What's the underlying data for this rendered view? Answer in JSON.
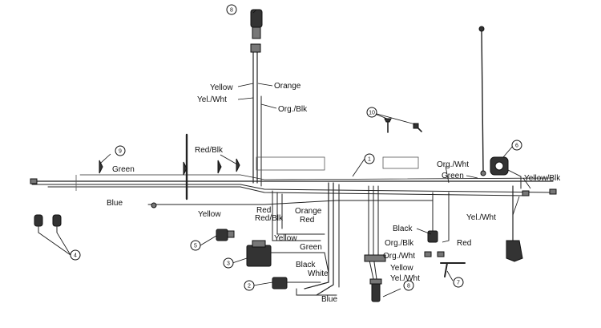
{
  "wire_labels": {
    "yellow_top": "Yellow",
    "orange_top": "Orange",
    "yel_wht_top": "Yel./Wht",
    "org_blk_top": "Org./Blk",
    "red_blk_left": "Red/Blk",
    "green_left": "Green",
    "blue_left": "Blue",
    "yellow_mid": "Yellow",
    "red_mid": "Red",
    "red_blk_mid": "Red/Blk",
    "orange_mid": "Orange",
    "red_mid2": "Red",
    "yellow_lower": "Yellow",
    "green_lower": "Green",
    "black_lower": "Black",
    "white_lower": "White",
    "blue_lower": "Blue",
    "org_wht_right": "Org./Wht",
    "green_right": "Green",
    "yellow_blk_right": "Yellow/Blk",
    "yel_wht_right": "Yel./Wht",
    "black_right": "Black",
    "red_right": "Red",
    "org_blk_center": "Org./Blk",
    "org_wht_center": "Org./Wht",
    "yellow_center": "Yellow",
    "yel_wht_center": "Yel./Wht"
  },
  "callouts": [
    "1",
    "2",
    "3",
    "4",
    "5",
    "6",
    "7",
    "8",
    "9",
    "10"
  ]
}
